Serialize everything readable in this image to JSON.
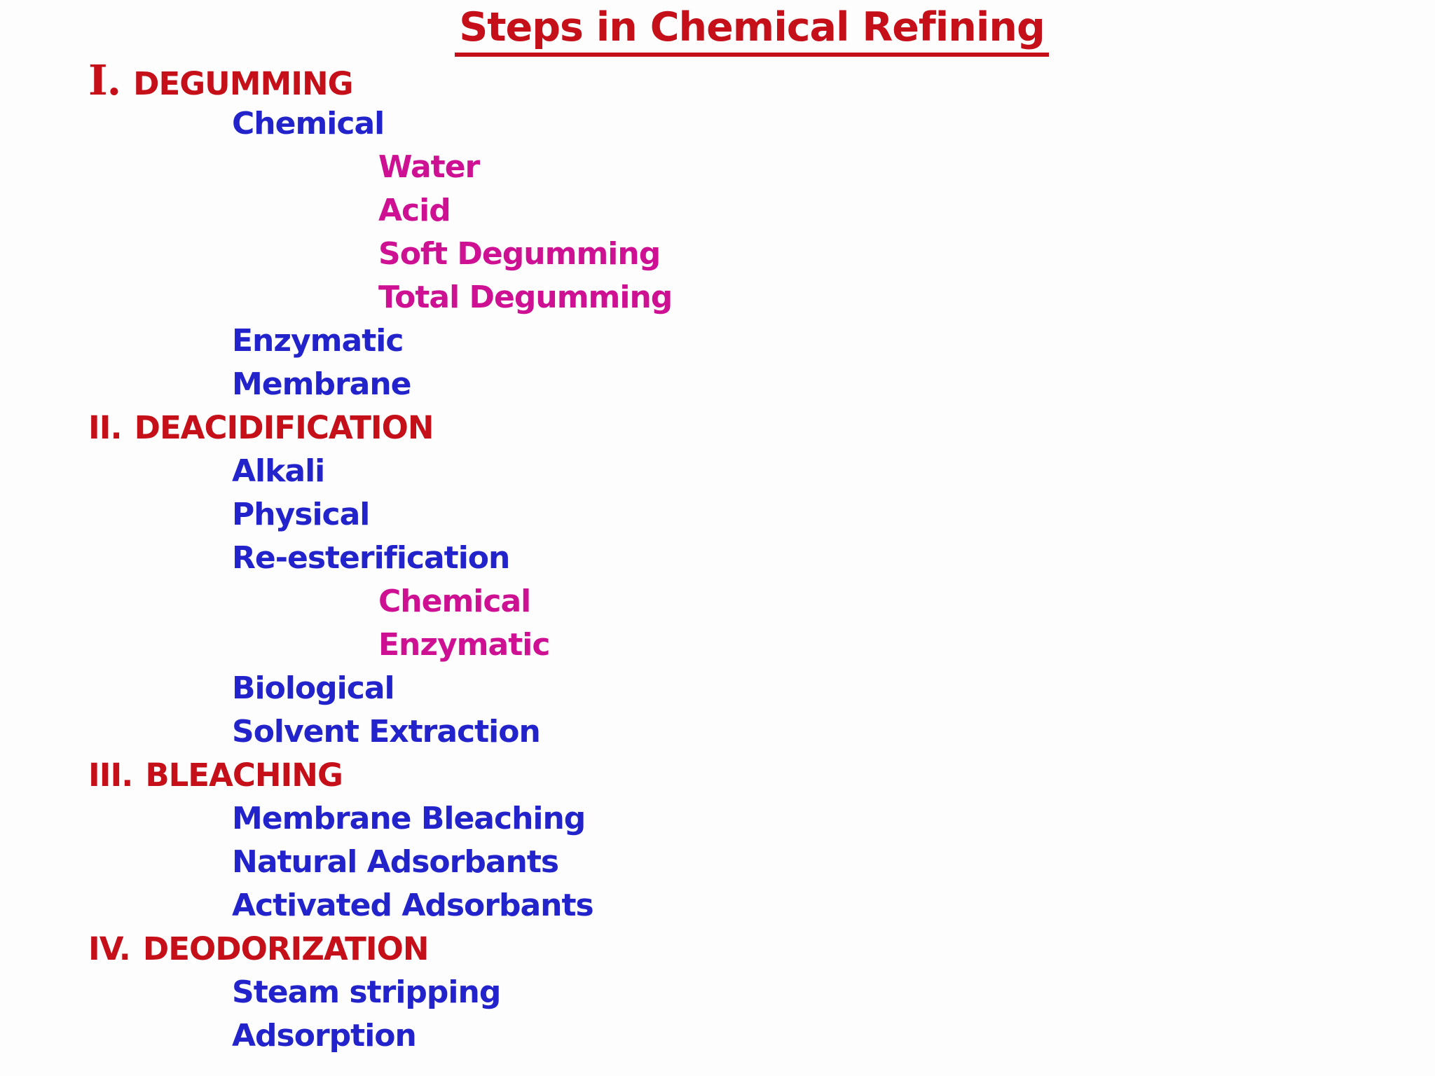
{
  "title": {
    "text": "Steps in Chemical Refining"
  },
  "colors": {
    "heading_red": "#c5101a",
    "method_blue": "#2323cb",
    "submethod_magenta": "#ce1093",
    "background": "#fdfdfd"
  },
  "outline": {
    "items": [
      {
        "numeral": "I.",
        "serif_numeral": true,
        "label": "DEGUMMING",
        "level": 0
      },
      {
        "label": "Chemical",
        "level": 1
      },
      {
        "label": "Water",
        "level": 2
      },
      {
        "label": "Acid",
        "level": 2
      },
      {
        "label": "Soft Degumming",
        "level": 2
      },
      {
        "label": "Total Degumming",
        "level": 2
      },
      {
        "label": "Enzymatic",
        "level": 1
      },
      {
        "label": "Membrane",
        "level": 1
      },
      {
        "numeral": "II.",
        "serif_numeral": false,
        "label": "DEACIDIFICATION",
        "level": 0
      },
      {
        "label": "Alkali",
        "level": 1
      },
      {
        "label": "Physical",
        "level": 1
      },
      {
        "label": "Re-esterification",
        "level": 1
      },
      {
        "label": "Chemical",
        "level": 2
      },
      {
        "label": "Enzymatic",
        "level": 2
      },
      {
        "label": "Biological",
        "level": 1
      },
      {
        "label": "Solvent Extraction",
        "level": 1
      },
      {
        "numeral": "III.",
        "serif_numeral": false,
        "label": "BLEACHING",
        "level": 0
      },
      {
        "label": "Membrane Bleaching",
        "level": 1
      },
      {
        "label": "Natural Adsorbants",
        "level": 1
      },
      {
        "label": "Activated Adsorbants",
        "level": 1
      },
      {
        "numeral": "IV.",
        "serif_numeral": false,
        "label": "DEODORIZATION",
        "level": 0
      },
      {
        "label": "Steam stripping",
        "level": 1
      },
      {
        "label": "Adsorption",
        "level": 1
      }
    ]
  }
}
